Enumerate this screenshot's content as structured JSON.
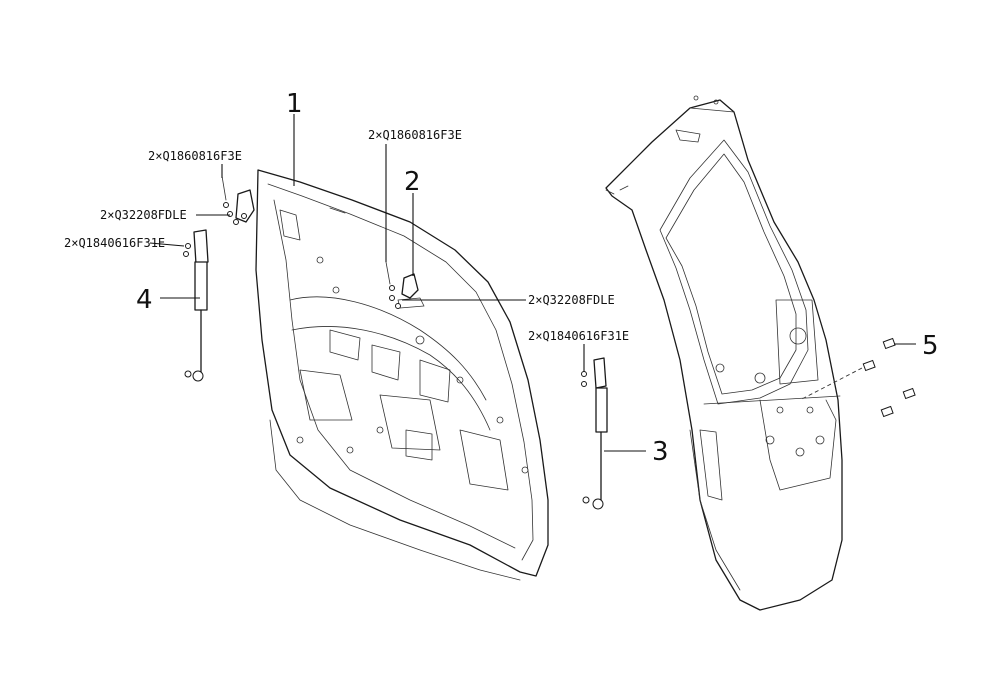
{
  "callouts": {
    "c1": "1",
    "c2": "2",
    "c3": "3",
    "c4": "4",
    "c5": "5"
  },
  "part_labels": {
    "left_top": "2×Q1860816F3E",
    "left_mid": "2×Q32208FDLE",
    "left_low": "2×Q1840616F31E",
    "center_top": "2×Q1860816F3E",
    "center_mid": "2×Q32208FDLE",
    "center_low": "2×Q1840616F31E"
  }
}
